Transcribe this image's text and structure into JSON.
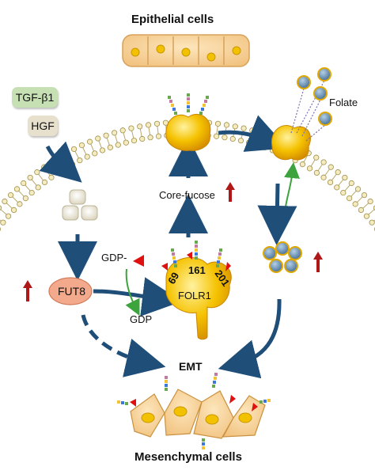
{
  "title_top": "Epithelial cells",
  "title_bottom": "Mesenchymal cells",
  "factors": {
    "tgf": "TGF-β1",
    "hgf": "HGF"
  },
  "labels": {
    "folate": "Folate",
    "core_fucose": "Core-fucose",
    "gdp_fucose": "GDP-",
    "gdp": "GDP",
    "fut8": "FUT8",
    "folr1": "FOLR1",
    "site_69": "69",
    "site_161": "161",
    "site_201": "201",
    "emt": "EMT"
  },
  "colors": {
    "arrow": "#1f4e79",
    "up_arrow": "#b01818",
    "green_arrow": "#3da33d",
    "fut8_fill": "#f2a98c",
    "receptor": "#f5c200",
    "cell_fill": "#f7d7a3",
    "nucleus": "#f2c200",
    "folate_ball": "#6c8fb0",
    "tgf_fill": "#c6e0b4",
    "hgf_fill": "#e6e0cc",
    "fucose": "#e01010"
  }
}
